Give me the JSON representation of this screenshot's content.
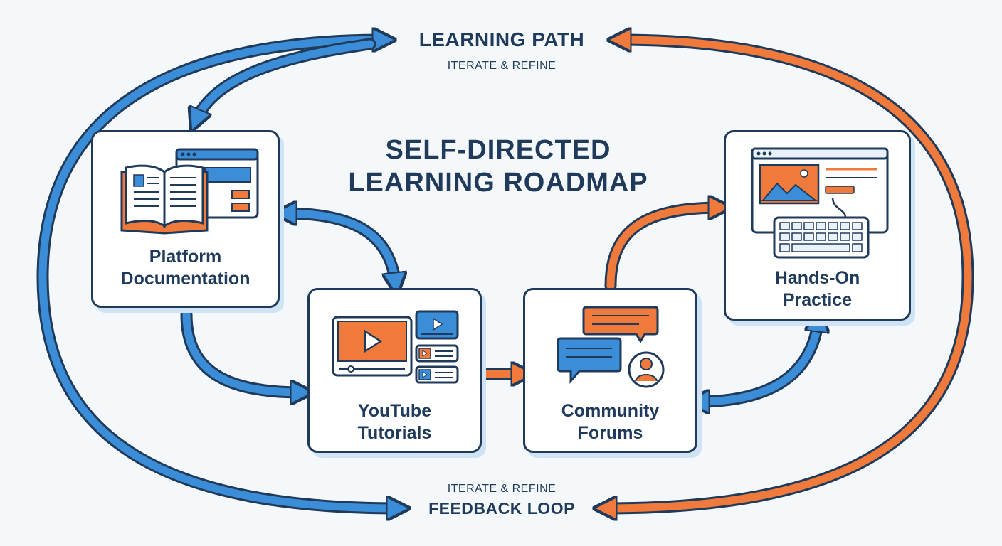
{
  "diagram": {
    "title": "SELF-DIRECTED\nLEARNING ROADMAP",
    "top_loop": {
      "title": "LEARNING PATH",
      "subtitle": "ITERATE & REFINE"
    },
    "bottom_loop": {
      "subtitle": "ITERATE & REFINE",
      "title": "FEEDBACK LOOP"
    },
    "nodes": [
      {
        "id": "docs",
        "label": "Platform\nDocumentation",
        "icon": "open-book-browser-icon"
      },
      {
        "id": "youtube",
        "label": "YouTube\nTutorials",
        "icon": "video-player-icon"
      },
      {
        "id": "forums",
        "label": "Community\nForums",
        "icon": "chat-bubbles-user-icon"
      },
      {
        "id": "practice",
        "label": "Hands-On\nPractice",
        "icon": "monitor-keyboard-icon"
      }
    ],
    "edges": [
      {
        "from": "docs",
        "to": "youtube",
        "style": "blue",
        "direction": "both"
      },
      {
        "from": "docs",
        "to": "youtube",
        "style": "blue",
        "direction": "forward"
      },
      {
        "from": "youtube",
        "to": "forums",
        "style": "orange",
        "direction": "forward"
      },
      {
        "from": "forums",
        "to": "practice",
        "style": "orange",
        "direction": "forward"
      },
      {
        "from": "forums",
        "to": "practice",
        "style": "blue",
        "direction": "both"
      }
    ],
    "colors": {
      "blue": "#3a8dd6",
      "orange": "#f07a3c",
      "outline": "#1f3a5a",
      "shadow": "#cfe3f4",
      "background": "#f4f8fb"
    }
  }
}
